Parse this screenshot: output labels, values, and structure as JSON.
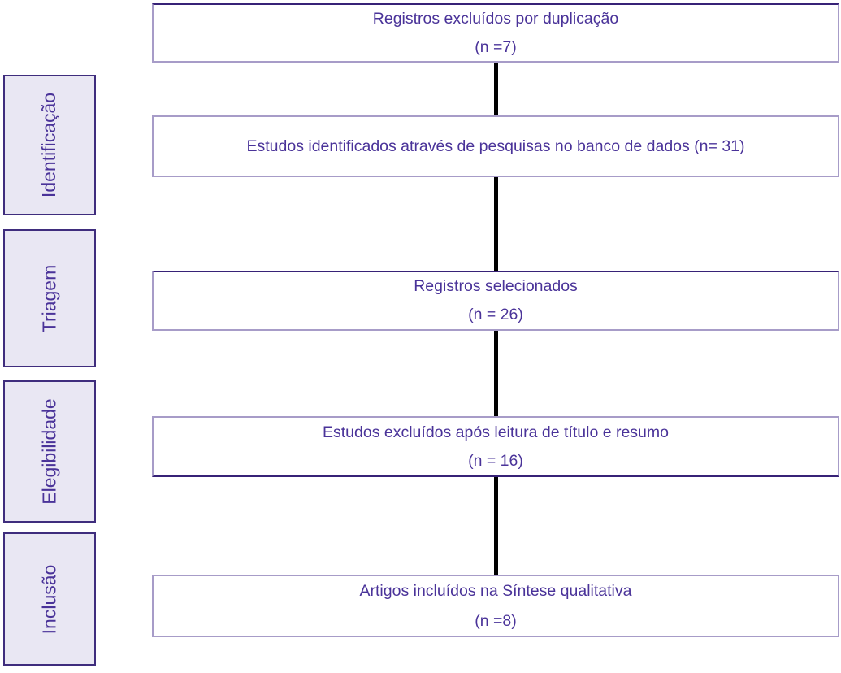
{
  "diagram": {
    "stages": [
      {
        "label": "Identificação"
      },
      {
        "label": "Triagem"
      },
      {
        "label": "Elegibilidade"
      },
      {
        "label": "Inclusão"
      }
    ],
    "boxes": [
      {
        "line1": "Registros excluídos por duplicação",
        "line2": "(n =7)"
      },
      {
        "line1": "Estudos identificados através de pesquisas no banco de dados (n= 31)"
      },
      {
        "line1": "Registros selecionados",
        "line2": "(n = 26)"
      },
      {
        "line1": "Estudos excluídos após leitura de título e resumo",
        "line2": "(n = 16)"
      },
      {
        "line1": "Artigos incluídos na Síntese qualitativa",
        "line2": "(n =8)"
      }
    ],
    "colors": {
      "text": "#4a3399",
      "stage_fill": "#e9e7f3",
      "stage_border": "#3f2d7d",
      "box_border": "#a79cc8",
      "box_border_dark": "#372277",
      "connector": "#000000",
      "background": "#ffffff"
    }
  }
}
